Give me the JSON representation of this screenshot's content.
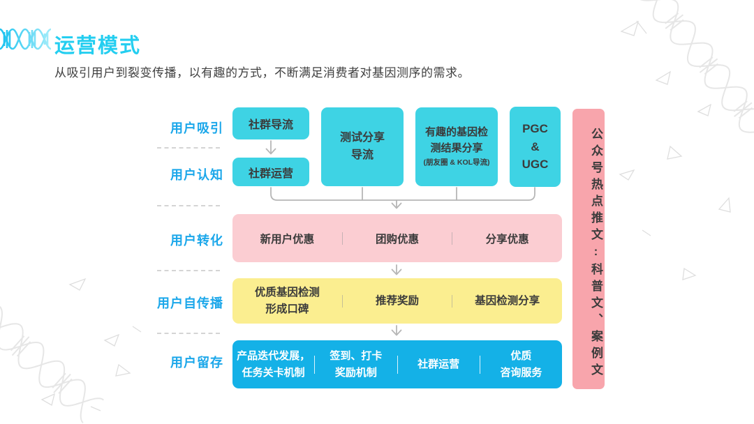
{
  "header": {
    "title": "运营模式",
    "subtitle": "从吸引用户到裂变传播，以有趣的方式，不断满足消费者对基因测序的需求。",
    "icon": "dna-icon"
  },
  "stages": {
    "attract": "用户吸引",
    "awareness": "用户认知",
    "conversion": "用户转化",
    "self_spread": "用户自传播",
    "retention": "用户留存"
  },
  "flow": {
    "acquisition": {
      "community_funnel": "社群导流",
      "community_operation": "社群运营",
      "test_share": "测试分享\n导流",
      "gene_result_share": "有趣的基因检\n测结果分享",
      "gene_result_note": "(朋友圈 & KOL导流)",
      "pgc_ugc": "PGC\n&\nUGC"
    },
    "conversion": {
      "item1": "新用户优惠",
      "item2": "团购优惠",
      "item3": "分享优惠"
    },
    "self_spread": {
      "item1": "优质基因检测\n形成口碑",
      "item2": "推荐奖励",
      "item3": "基因检测分享"
    },
    "retention": {
      "item1": "产品迭代发展，\n任务关卡机制",
      "item2": "签到、打卡\n奖励机制",
      "item3": "社群运营",
      "item4": "优质\n咨询服务"
    },
    "side_strip": "公众号热点推文:科普文、案例文"
  },
  "colors": {
    "title_cyan": "#24CEF0",
    "stage_label_blue": "#1BA7EA",
    "box_cyan": "#3ED3E4",
    "box_pink": "#FBCDD2",
    "box_yellow": "#FBEE90",
    "box_blue": "#14B1E7",
    "strip_pink": "#F8A5AC",
    "text_dark": "#3B3B3B",
    "connector_gray": "#B6B6B6"
  }
}
